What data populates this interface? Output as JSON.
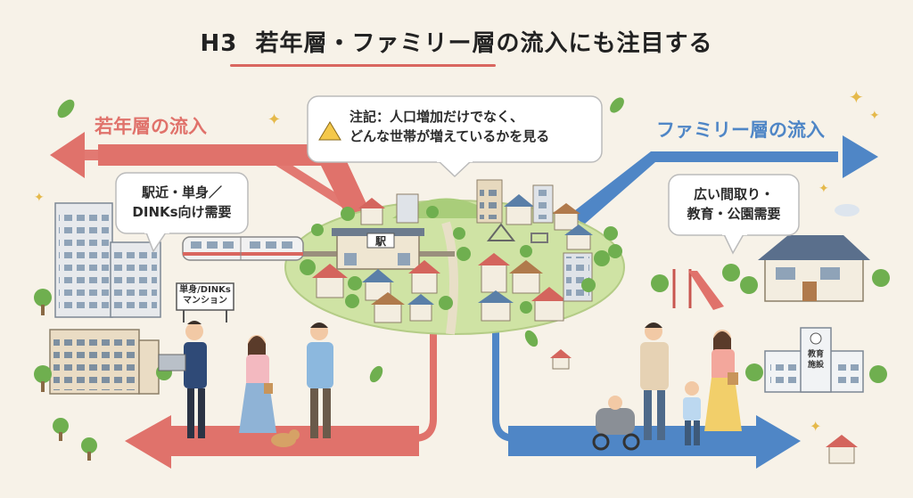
{
  "title": {
    "prefix": "H3",
    "text": "若年層・ファミリー層の流入にも注目する"
  },
  "left_flow": {
    "label": "若年層の流入",
    "bubble_line1": "駅近・単身／",
    "bubble_line2": "DINKs向け需要",
    "sign_line1": "単身/DINKs",
    "sign_line2": "マンション"
  },
  "note": {
    "line1": "注記：人口増加だけでなく、",
    "line2": "どんな世帯が増えているかを見る"
  },
  "center": {
    "station_sign": "駅"
  },
  "right_flow": {
    "label": "ファミリー層の流入",
    "bubble_line1": "広い間取り・",
    "bubble_line2": "教育・公園需要",
    "school_line1": "教育",
    "school_line2": "施設"
  },
  "colors": {
    "young_arrow": "#e0726b",
    "family_arrow": "#4f86c6",
    "title_underline": "#d9665f",
    "background": "#f7f2e8",
    "town_green": "#cfe3a4"
  }
}
